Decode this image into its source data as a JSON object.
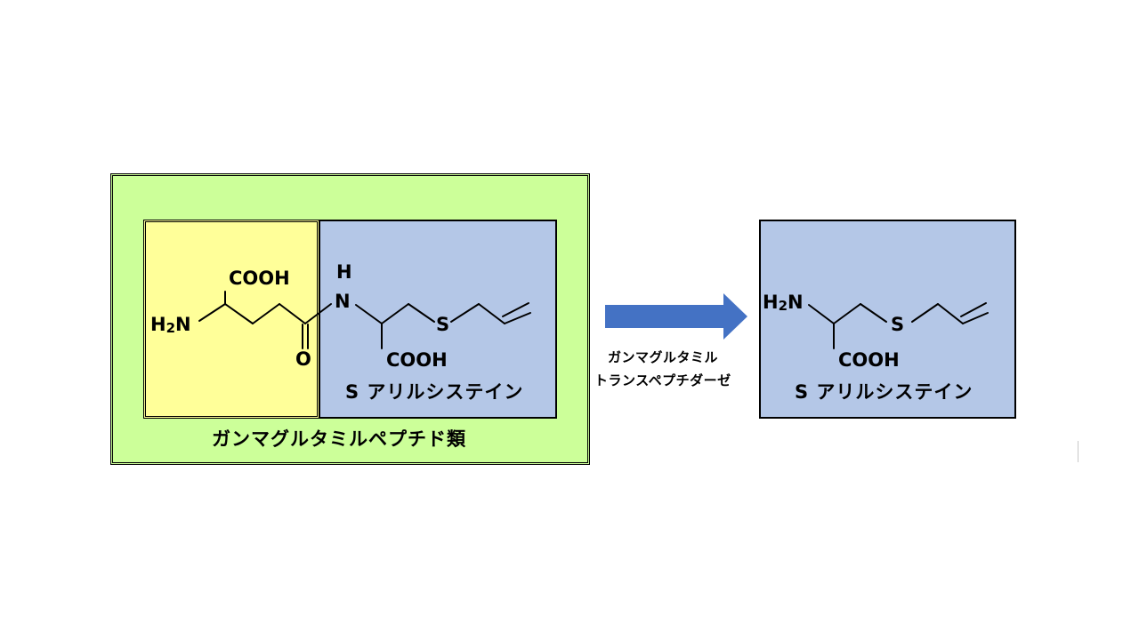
{
  "colors": {
    "outer_box_fill": "#ccff99",
    "gamma_glutamyl_fill": "#ffff99",
    "s_allyl_cysteine_fill": "#b4c7e7",
    "arrow_fill": "#4472c4",
    "line": "#000000"
  },
  "left_molecule": {
    "cooh_top": "COOH",
    "h2n_h": "H",
    "h2n_sub": "2",
    "h2n_n": "N",
    "nh_h": "H",
    "nh_n": "N",
    "carbonyl_o": "O",
    "sulfur": "S",
    "cooh_bottom": "COOH"
  },
  "left_labels": {
    "s_allyl_cysteine": "S アリルシステイン",
    "gamma_glutamyl_peptides": "ガンマグルタミルペプチド類"
  },
  "arrow": {
    "enzyme_line1": "ガンマグルタミル",
    "enzyme_line2": "トランスペプチダーゼ"
  },
  "right_molecule": {
    "h2n_h": "H",
    "h2n_sub": "2",
    "h2n_n": "N",
    "sulfur": "S",
    "cooh": "COOH",
    "label": "S アリルシステイン"
  }
}
